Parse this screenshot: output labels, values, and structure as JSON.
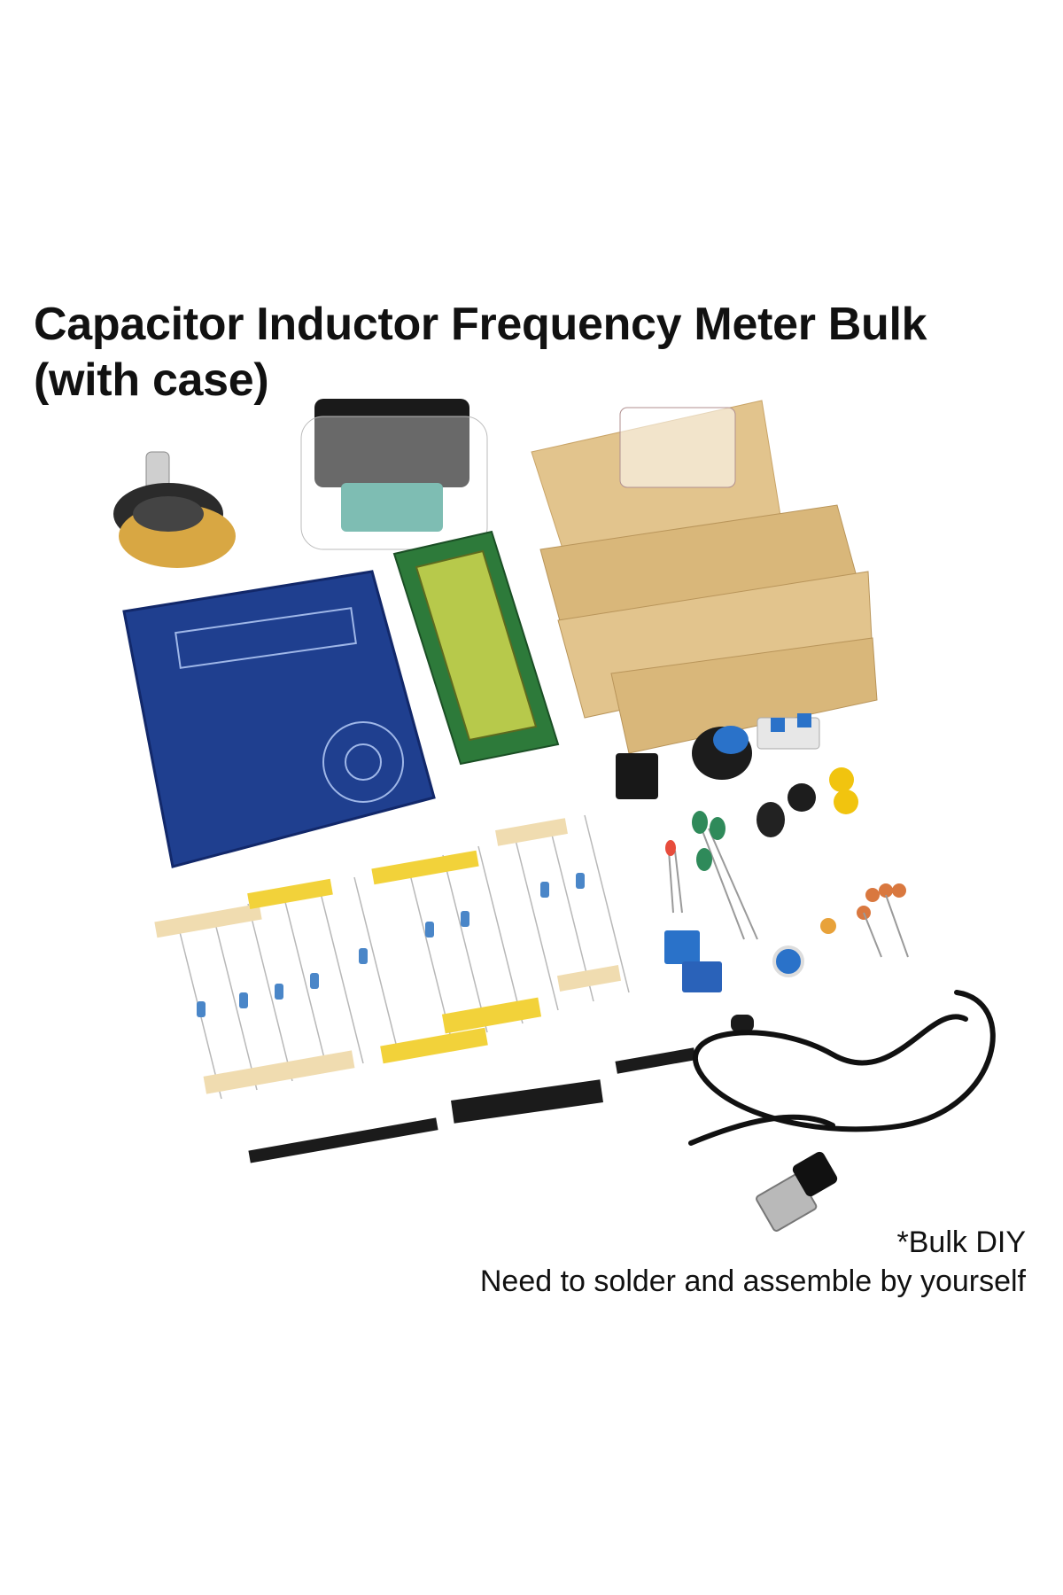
{
  "title": {
    "line1": "Capacitor Inductor Frequency Meter Bulk",
    "line2": "(with case)"
  },
  "note": {
    "line1": "*Bulk DIY",
    "line2": "Need to solder and assemble by yourself"
  },
  "colors": {
    "background": "#ffffff",
    "text": "#111111",
    "pcb": "#1f3f8f",
    "acrylic": "#e2c48d",
    "lcd": "#b7c94b",
    "tape": "#f2d23a"
  }
}
